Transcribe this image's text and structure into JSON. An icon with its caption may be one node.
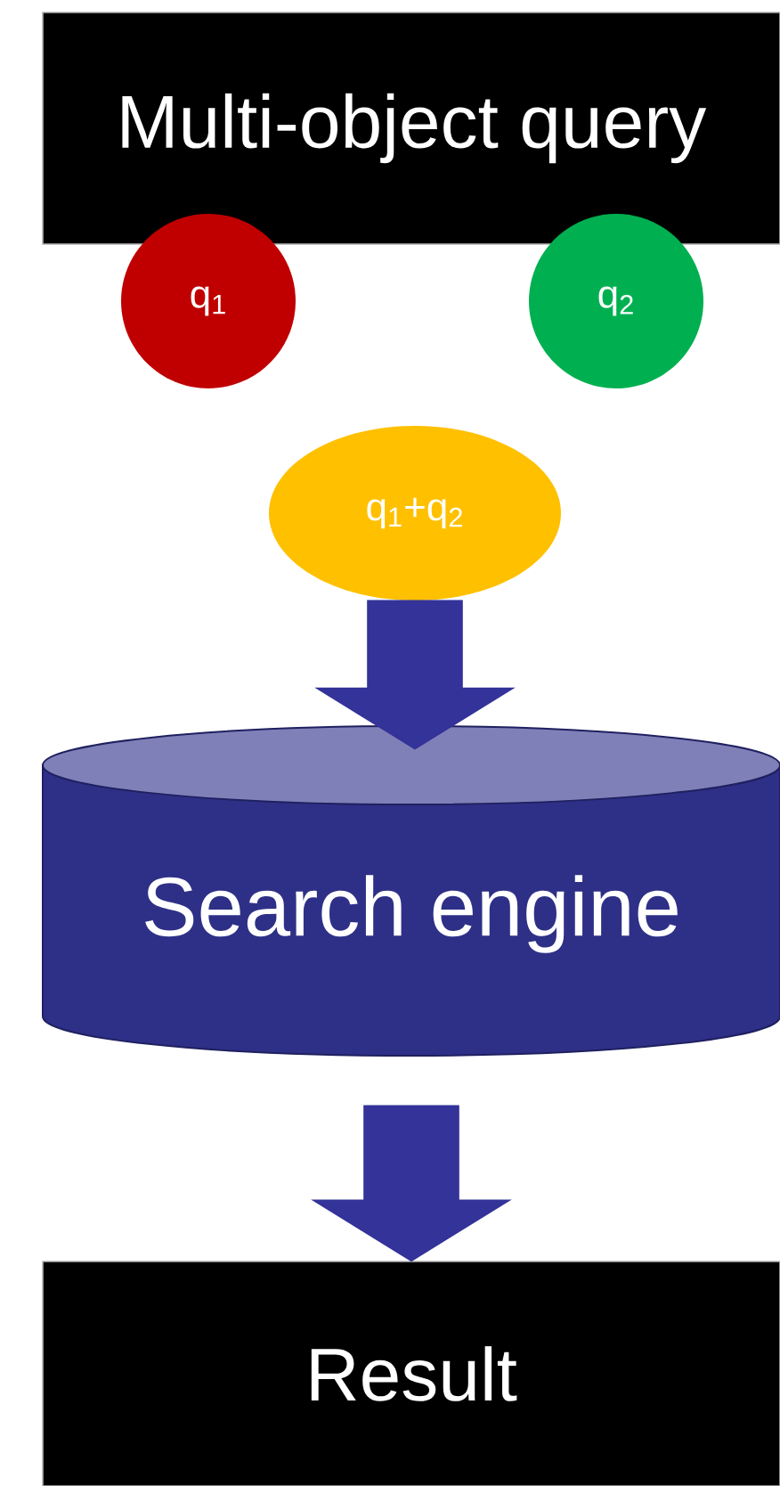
{
  "diagram": {
    "nodes": [
      {
        "text": [
          "Multi-object query"
        ]
      },
      {
        "text": [
          "q$_{1}$"
        ]
      },
      {
        "text": [
          "q$_{2}$"
        ]
      },
      {
        "text": [
          "q$_{1}$+q$_{2}$"
        ]
      },
      {
        "text": [
          "Search engine"
        ]
      },
      {
        "text": [
          "Result"
        ]
      }
    ],
    "edges": [
      {
        "from": 3,
        "to": 4,
        "arrow": "to"
      },
      {
        "from": 4,
        "to": 5,
        "arrow": "to"
      }
    ]
  }
}
